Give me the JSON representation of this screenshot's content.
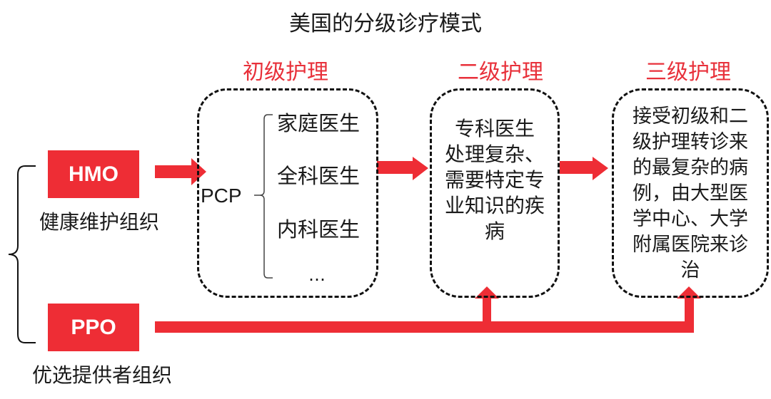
{
  "title": "美国的分级诊疗模式",
  "colors": {
    "accent": "#ee2d35",
    "title_red": "#e8303a",
    "text": "#1a1a1a"
  },
  "plans": [
    {
      "code": "HMO",
      "name": "健康维护组织"
    },
    {
      "code": "PPO",
      "name": "优选提供者组织"
    }
  ],
  "levels": [
    {
      "title": "初级护理",
      "pcp_label": "PCP",
      "items": [
        "家庭医生",
        "全科医生",
        "内科医生",
        "…"
      ]
    },
    {
      "title": "二级护理",
      "lines": [
        "专科医生",
        "处理复杂、",
        "需要特定专",
        "业知识的疾",
        "病"
      ]
    },
    {
      "title": "三级护理",
      "lines": [
        "接受初级和二",
        "级护理转诊来",
        "的最复杂的病",
        "例，由大型医",
        "学中心、大学",
        "附属医院来诊",
        "治"
      ]
    }
  ],
  "flows": [
    {
      "from": "HMO",
      "to": "初级护理"
    },
    {
      "from": "初级护理",
      "to": "二级护理"
    },
    {
      "from": "二级护理",
      "to": "三级护理"
    },
    {
      "from": "PPO",
      "to": "二级护理"
    },
    {
      "from": "PPO",
      "to": "三级护理"
    }
  ]
}
